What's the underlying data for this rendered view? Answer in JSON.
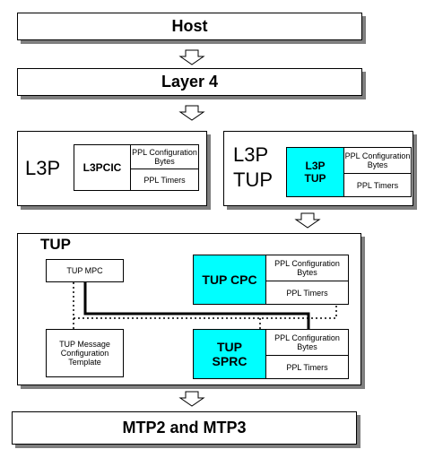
{
  "host": {
    "label": "Host"
  },
  "layer4": {
    "label": "Layer 4"
  },
  "l3p_block": {
    "title": "L3P",
    "module": "L3PCIC",
    "config_label": "PPL Configuration Bytes",
    "timers_label": "PPL Timers"
  },
  "l3p_tup_block": {
    "title_line1": "L3P",
    "title_line2": "TUP",
    "module": "L3P TUP",
    "config_label": "PPL Configuration Bytes",
    "timers_label": "PPL Timers"
  },
  "tup_block": {
    "title": "TUP",
    "mpc": "TUP MPC",
    "message_template": "TUP Message Configuration Template",
    "cpc": {
      "label": "TUP CPC",
      "config_label": "PPL Configuration Bytes",
      "timers_label": "PPL Timers"
    },
    "sprc": {
      "label": "TUP SPRC",
      "config_label": "PPL Configuration Bytes",
      "timers_label": "PPL Timers"
    }
  },
  "mtp": {
    "label": "MTP2 and MTP3"
  },
  "colors": {
    "module_highlight": "#00ffff",
    "shadow": "#7f7f7f"
  }
}
